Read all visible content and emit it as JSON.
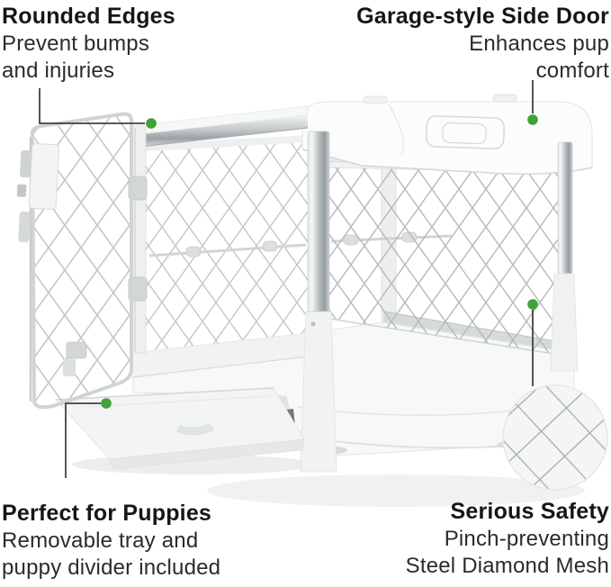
{
  "callouts": {
    "top_left": {
      "title": "Rounded Edges",
      "lines": [
        "Prevent bumps",
        "and injuries"
      ]
    },
    "top_right": {
      "title": "Garage-style Side Door",
      "lines": [
        "Enhances pup",
        "comfort"
      ]
    },
    "bottom_left": {
      "title": "Perfect for Puppies",
      "lines": [
        "Removable tray and",
        "puppy divider included"
      ]
    },
    "bottom_right": {
      "title": "Serious Safety",
      "lines": [
        "Pinch-preventing",
        "Steel Diamond Mesh"
      ]
    }
  },
  "colors": {
    "background": "#ffffff",
    "marker_green": "#3FA33A",
    "leader_line": "#414141",
    "mesh_line": "#b5baba",
    "mesh_detail_line": "#a6abab",
    "heading_text": "#161616",
    "body_text": "#2b2b2b"
  },
  "illustration": {
    "alt": "White collapsible dog crate with steel diamond mesh panels, front door swung open, removable tray pulled out, and a magnified circle showing the diamond mesh",
    "markers": [
      "rounded-edge-marker",
      "side-door-marker",
      "tray-marker",
      "mesh-marker"
    ]
  }
}
